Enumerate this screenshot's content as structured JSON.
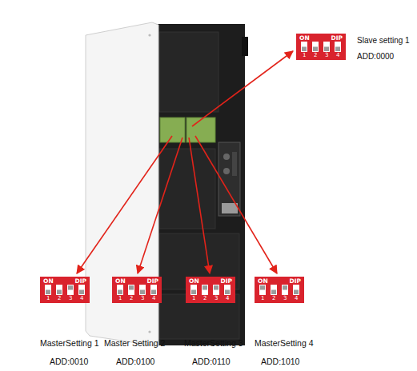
{
  "diagram": {
    "nodes": [
      {
        "text": [
          "ON",
          "DIP",
          "1 2 3 4"
        ]
      },
      {
        "text": [
          "ON",
          "DIP",
          "1 2 3 4"
        ]
      },
      {
        "text": [
          "ON",
          "DIP",
          "1 2 3 4"
        ]
      },
      {
        "text": [
          "ON",
          "DIP",
          "1 2 3 4"
        ]
      },
      {
        "text": [
          "ON",
          "DIP",
          "1 2 3 4"
        ]
      }
    ],
    "labels": [
      "Slave setting 1",
      "ADD:0000",
      "MasterSetting 1",
      "ADD:0010",
      "Master Setting 2",
      "ADD:0100",
      "MasterSetting 3",
      "ADD:0110",
      "MasterSetting 4",
      "ADD:1010"
    ]
  }
}
